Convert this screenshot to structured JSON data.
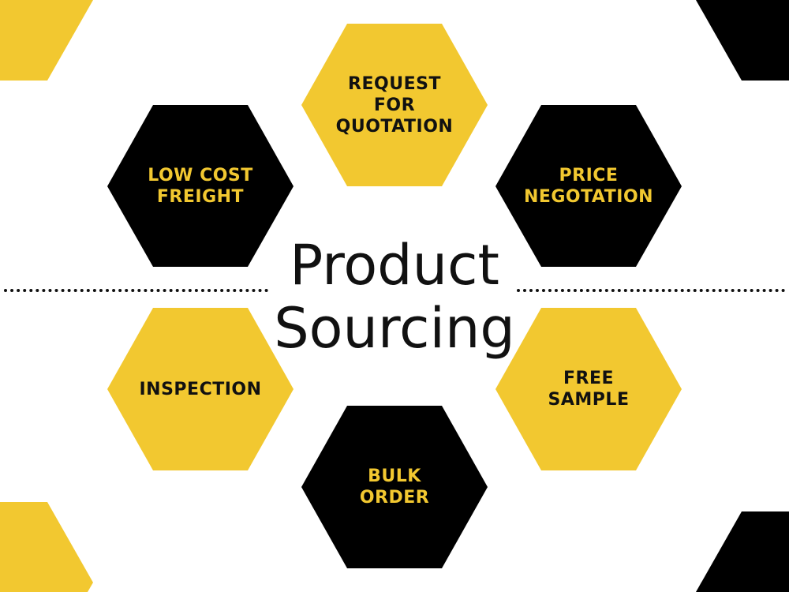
{
  "title": {
    "line1": "Product",
    "line2": "Sourcing"
  },
  "colors": {
    "yellow": "#F2C830",
    "black": "#000000",
    "background": "#FFFFFF"
  },
  "steps": [
    {
      "lines": [
        "REQUEST",
        "FOR",
        "QUOTATION"
      ],
      "fill": "yellow"
    },
    {
      "lines": [
        "LOW COST",
        "FREIGHT"
      ],
      "fill": "black"
    },
    {
      "lines": [
        "PRICE",
        "NEGOTATION"
      ],
      "fill": "black"
    },
    {
      "lines": [
        "INSPECTION"
      ],
      "fill": "yellow"
    },
    {
      "lines": [
        "FREE",
        "SAMPLE"
      ],
      "fill": "yellow"
    },
    {
      "lines": [
        "BULK",
        "ORDER"
      ],
      "fill": "black"
    }
  ]
}
